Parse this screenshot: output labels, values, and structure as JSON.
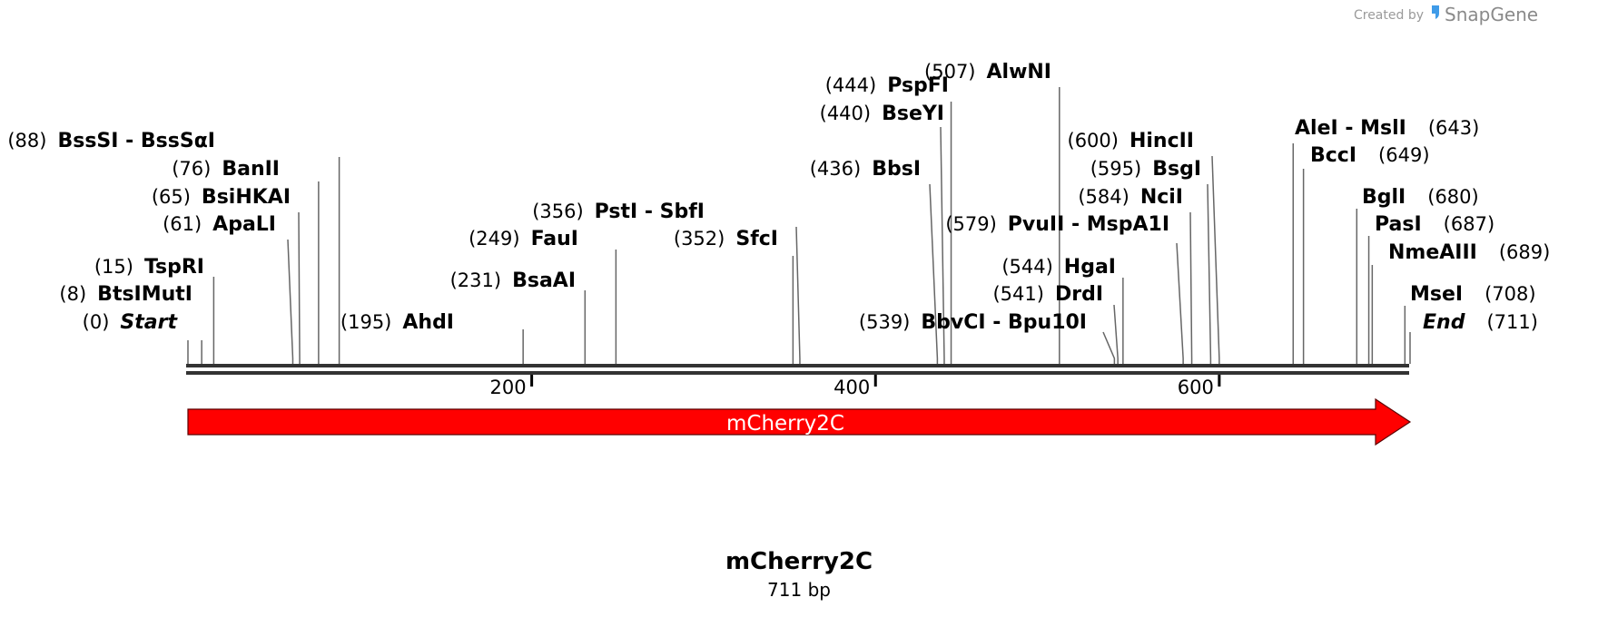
{
  "credit": {
    "prefix": "Created by",
    "brand": "SnapGene"
  },
  "sequence": {
    "name": "mCherry2C",
    "length_label": "711 bp",
    "length": 711
  },
  "ruler": {
    "ticks": [
      {
        "label": "200",
        "bp": 200
      },
      {
        "label": "400",
        "bp": 400
      },
      {
        "label": "600",
        "bp": 600
      }
    ]
  },
  "feature": {
    "label": "mCherry2C",
    "start": 0,
    "end": 711,
    "color": "#ff0000",
    "direction": "forward"
  },
  "sites": [
    {
      "pos": "(0)",
      "name": "Start",
      "bp": 0,
      "italic": true
    },
    {
      "pos": "(8)",
      "name": "BtsIMutI",
      "bp": 8
    },
    {
      "pos": "(15)",
      "name": "TspRI",
      "bp": 15
    },
    {
      "pos": "(61)",
      "name": "ApaLI",
      "bp": 61
    },
    {
      "pos": "(65)",
      "name": "BsiHKAI",
      "bp": 65
    },
    {
      "pos": "(76)",
      "name": "BanII",
      "bp": 76
    },
    {
      "pos": "(88)",
      "name": "BssSI",
      "name2": "BssSαI",
      "bp": 88
    },
    {
      "pos": "(195)",
      "name": "AhdI",
      "bp": 195
    },
    {
      "pos": "(231)",
      "name": "BsaAI",
      "bp": 231
    },
    {
      "pos": "(249)",
      "name": "FauI",
      "bp": 249
    },
    {
      "pos": "(352)",
      "name": "SfcI",
      "bp": 352
    },
    {
      "pos": "(356)",
      "name": "PstI",
      "name2": "SbfI",
      "bp": 356
    },
    {
      "pos": "(436)",
      "name": "BbsI",
      "bp": 436
    },
    {
      "pos": "(440)",
      "name": "BseYI",
      "bp": 440
    },
    {
      "pos": "(444)",
      "name": "PspFI",
      "bp": 444
    },
    {
      "pos": "(507)",
      "name": "AlwNI",
      "bp": 507
    },
    {
      "pos": "(539)",
      "name": "BbvCI",
      "name2": "Bpu10I",
      "bp": 539
    },
    {
      "pos": "(541)",
      "name": "DrdI",
      "bp": 541
    },
    {
      "pos": "(544)",
      "name": "HgaI",
      "bp": 544
    },
    {
      "pos": "(579)",
      "name": "PvuII",
      "name2": "MspA1I",
      "bp": 579
    },
    {
      "pos": "(584)",
      "name": "NciI",
      "bp": 584
    },
    {
      "pos": "(595)",
      "name": "BsgI",
      "bp": 595
    },
    {
      "pos": "(600)",
      "name": "HincII",
      "bp": 600
    },
    {
      "pos": "(643)",
      "name": "AleI",
      "name2": "MslI",
      "bp": 643
    },
    {
      "pos": "(649)",
      "name": "BccI",
      "bp": 649
    },
    {
      "pos": "(680)",
      "name": "BglI",
      "bp": 680
    },
    {
      "pos": "(687)",
      "name": "PasI",
      "bp": 687
    },
    {
      "pos": "(689)",
      "name": "NmeAIII",
      "bp": 689
    },
    {
      "pos": "(708)",
      "name": "MseI",
      "bp": 708
    },
    {
      "pos": "(711)",
      "name": "End",
      "bp": 711,
      "italic": true
    }
  ]
}
